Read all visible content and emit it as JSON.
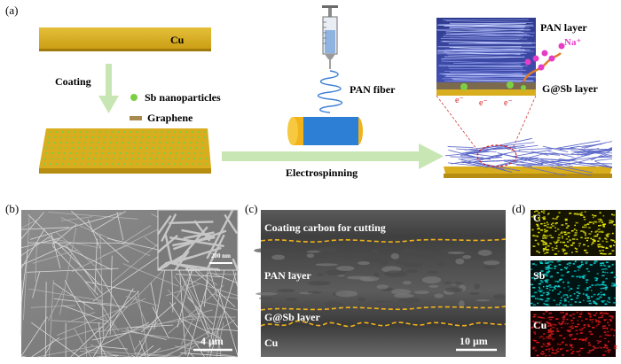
{
  "panels": {
    "a": "(a)",
    "b": "(b)",
    "c": "(c)",
    "d": "(d)"
  },
  "schematic": {
    "cu_label": "Cu",
    "coating_label": "Coating",
    "sb_legend": "Sb nanoparticles",
    "graphene_legend": "Graphene",
    "pan_fiber_label": "PAN fiber",
    "electrospinning_label": "Electrospinning",
    "pan_layer_label": "PAN layer",
    "gsb_layer_label": "G@Sb layer",
    "na_label": "Na⁺",
    "electron_label": "e⁻"
  },
  "sem_b": {
    "inset_scale": "200 nm",
    "scale_bar": "4 μm"
  },
  "sem_c": {
    "coating_carbon": "Coating carbon for cutting",
    "pan_layer": "PAN layer",
    "gsb_layer": "G@Sb layer",
    "cu": "Cu",
    "scale_bar": "10 μm"
  },
  "eds_d": {
    "c": "C",
    "sb": "Sb",
    "cu": "Cu"
  },
  "colors": {
    "copper": "#d8ad1e",
    "arrow": "#c8e6b4",
    "fiber": "#5a66c8",
    "sb_particle": "#7ccf44",
    "na_ion": "#e63cc8",
    "dash": "#f2b21a"
  }
}
